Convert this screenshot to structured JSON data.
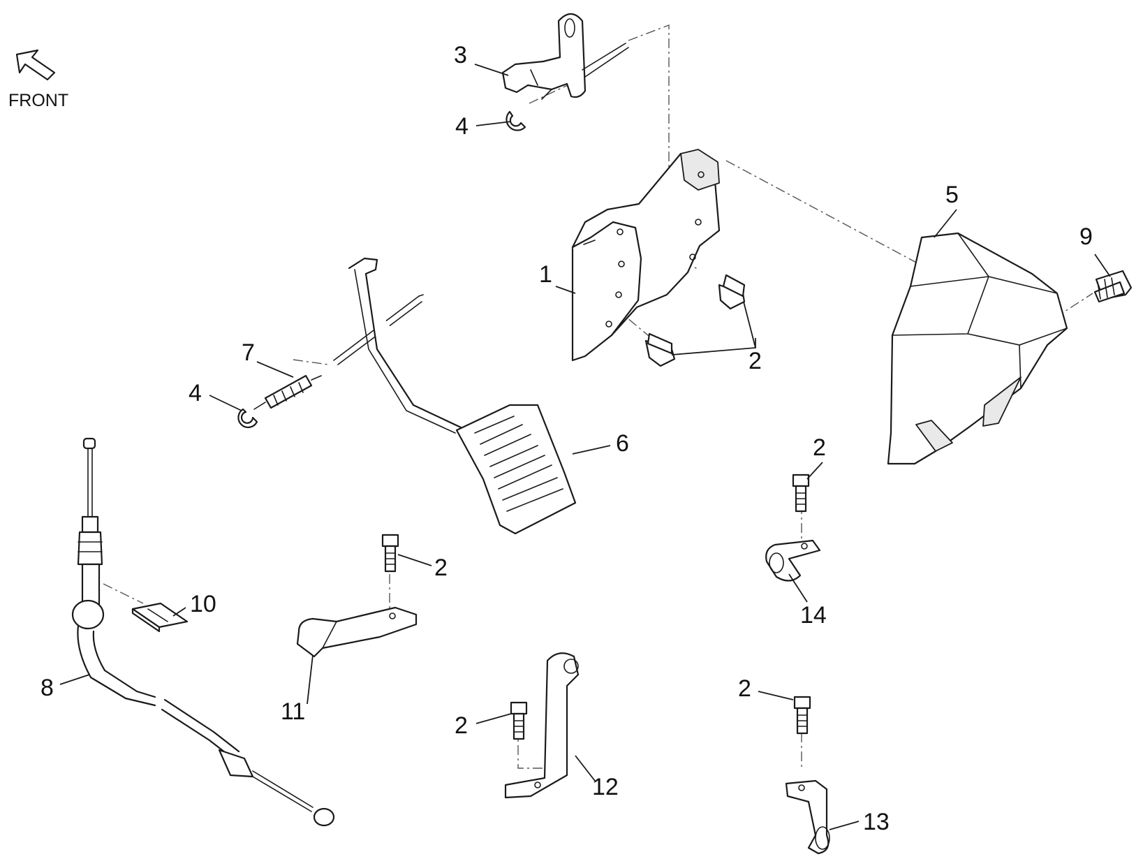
{
  "orientation": {
    "label": "FRONT",
    "icon": "front-arrow-icon"
  },
  "callouts": [
    "1",
    "2",
    "2",
    "2",
    "2",
    "2",
    "2",
    "3",
    "4",
    "4",
    "5",
    "6",
    "7",
    "8",
    "9",
    "10",
    "11",
    "12",
    "13",
    "14"
  ],
  "parts": [
    {
      "id": "1",
      "icon": "pedal-mount-bracket-icon"
    },
    {
      "id": "2",
      "icon": "bolt-icon"
    },
    {
      "id": "3",
      "icon": "pivot-arm-icon"
    },
    {
      "id": "4",
      "icon": "e-clip-icon"
    },
    {
      "id": "5",
      "icon": "pedal-cover-icon"
    },
    {
      "id": "6",
      "icon": "accelerator-pedal-icon"
    },
    {
      "id": "7",
      "icon": "spring-rod-icon"
    },
    {
      "id": "8",
      "icon": "throttle-cable-icon"
    },
    {
      "id": "9",
      "icon": "cover-bolt-icon"
    },
    {
      "id": "10",
      "icon": "cable-clip-icon"
    },
    {
      "id": "11",
      "icon": "cable-bracket-icon"
    },
    {
      "id": "12",
      "icon": "support-bracket-icon"
    },
    {
      "id": "13",
      "icon": "hook-clamp-icon"
    },
    {
      "id": "14",
      "icon": "p-clamp-icon"
    }
  ],
  "colors": {
    "line": "#1a1a1a",
    "background": "#ffffff",
    "dash": "#555555"
  }
}
